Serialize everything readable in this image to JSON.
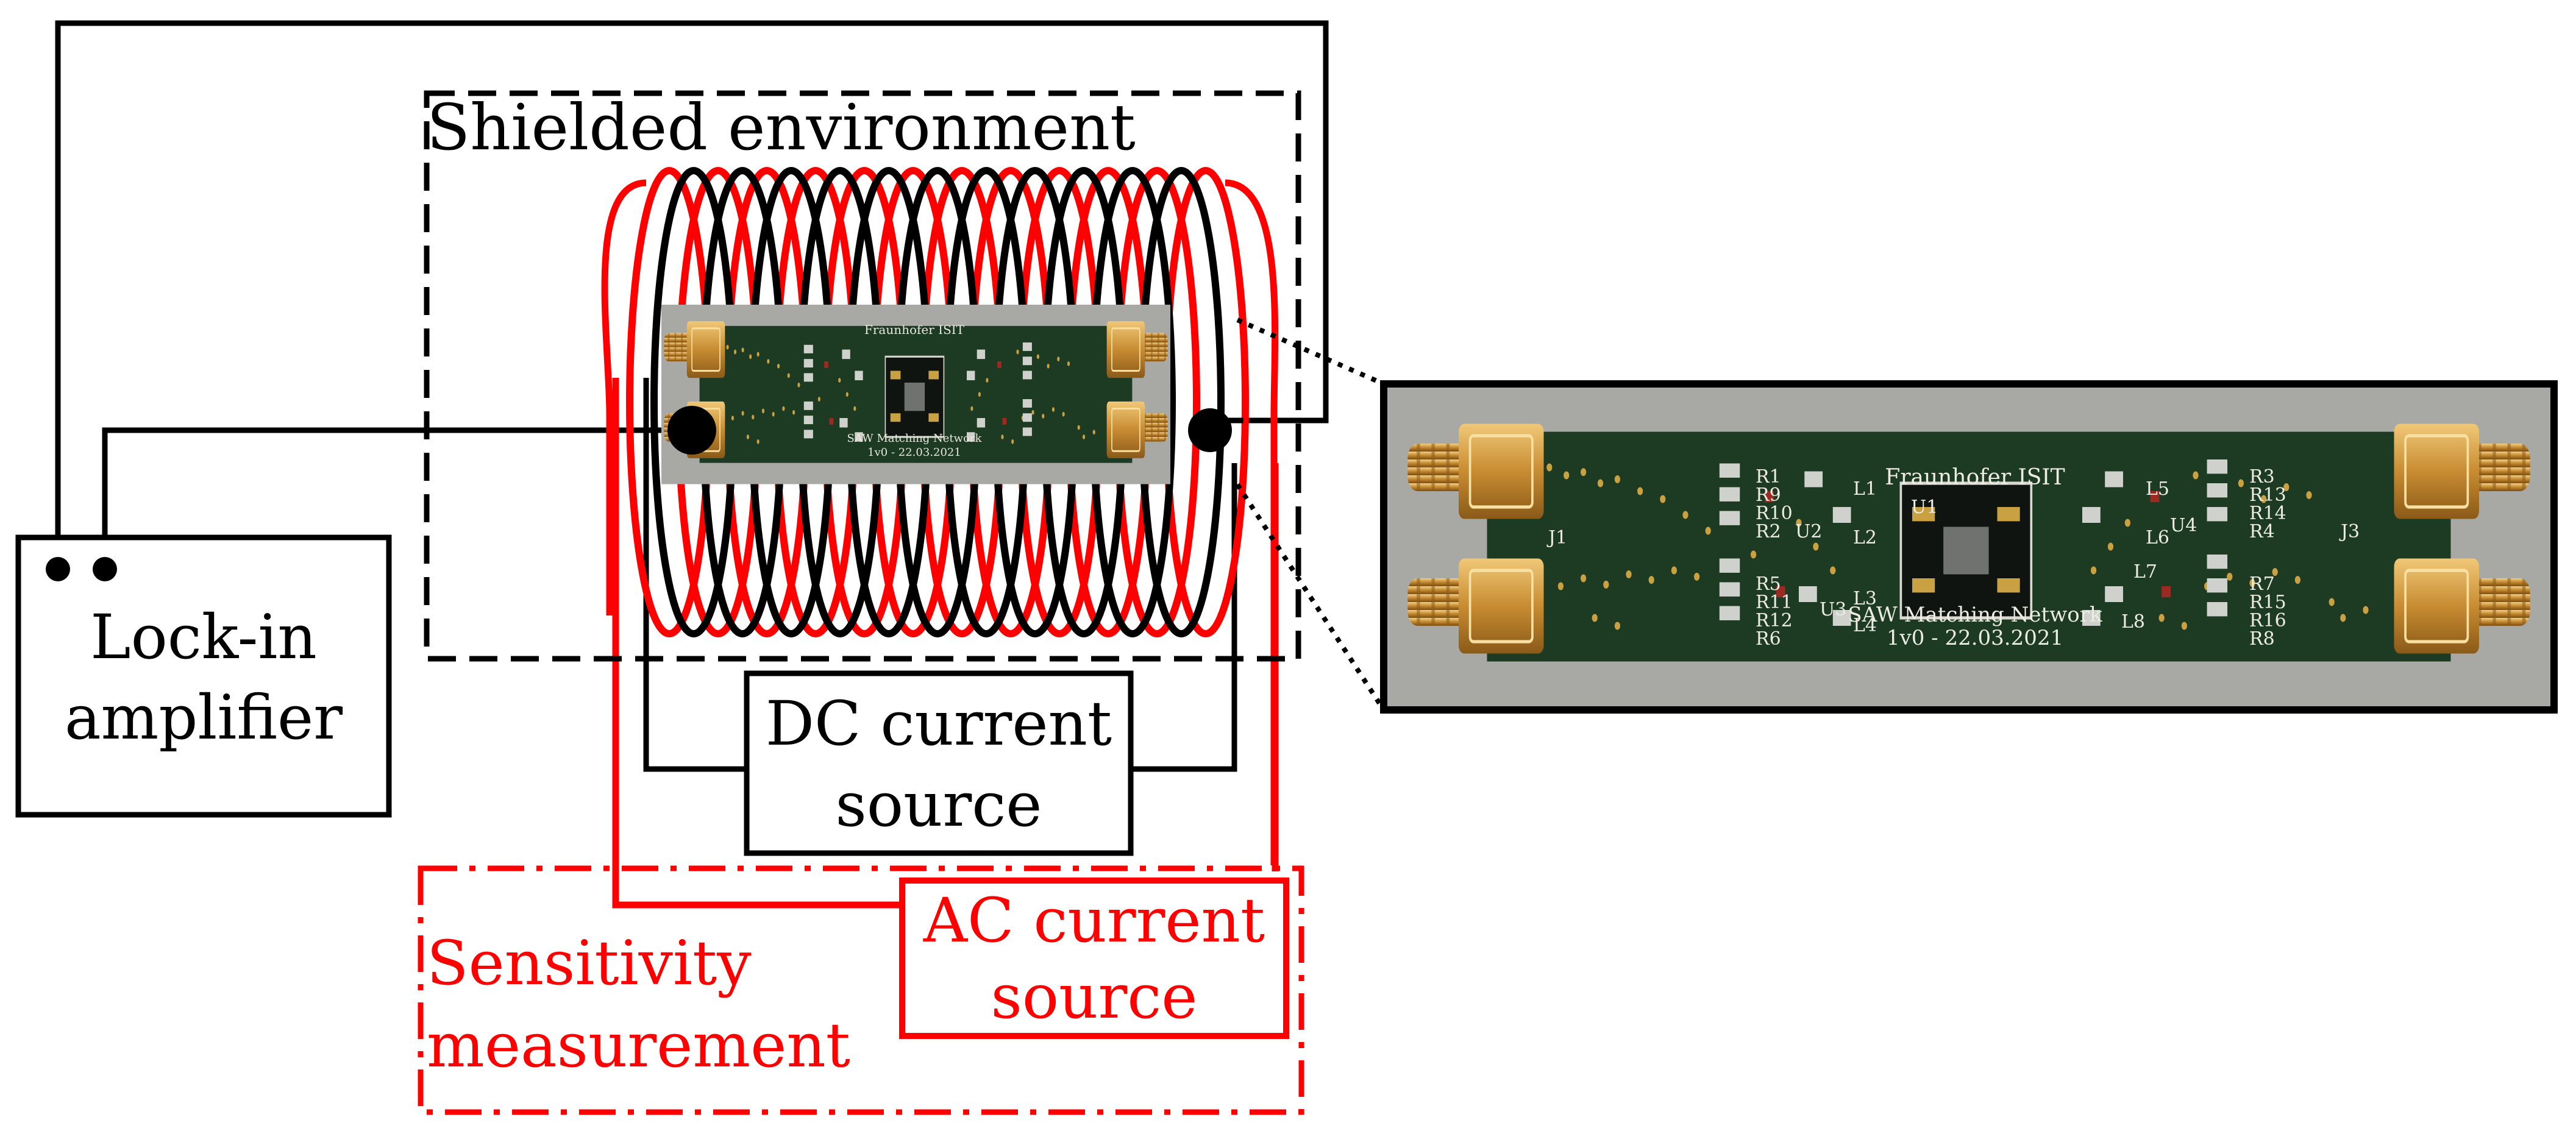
{
  "labels": {
    "shielded_environment": "Shielded environment",
    "lockin_line1": "Lock-in",
    "lockin_line2": "amplifier",
    "dc_line1": "DC current",
    "dc_line2": "source",
    "ac_line1": "AC current",
    "ac_line2": "source",
    "sensitivity_line1": "Sensitivity",
    "sensitivity_line2": "measurement"
  },
  "pcb": {
    "brand": "Fraunhofer ISIT",
    "board_name": "SAW Matching Network",
    "version": "1v0 - 22.03.2021",
    "refs_left": [
      "R1",
      "R9",
      "R10",
      "R2",
      "R5",
      "R11",
      "R12",
      "R6"
    ],
    "refs_right": [
      "R3",
      "R13",
      "R14",
      "R4",
      "R7",
      "R15",
      "R16",
      "R8"
    ],
    "refs_inductors": [
      "L1",
      "L2",
      "L3",
      "L4",
      "L5",
      "L6",
      "L7",
      "L8"
    ],
    "refs_ics": [
      "U1",
      "U2",
      "U3",
      "U4"
    ],
    "refs_jacks": [
      "J1",
      "J3"
    ]
  },
  "colors": {
    "black": "#000000",
    "red": "#ff0000",
    "pcb_green": "#1e3a22",
    "brass": "#d9a64a"
  }
}
